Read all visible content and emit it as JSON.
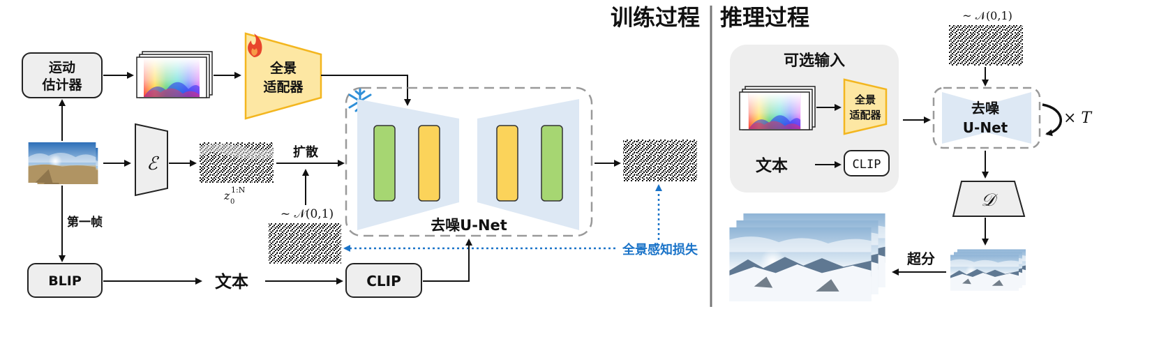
{
  "training": {
    "title": "训练过程",
    "motion_estimator": {
      "line1": "运动",
      "line2": "估计器"
    },
    "pano_adapter": {
      "line1": "全景",
      "line2": "适配器"
    },
    "encoder_symbol": "ℰ",
    "latent_label": "z",
    "latent_sub": "0",
    "latent_sup": "1:N",
    "diffuse_label": "扩散",
    "noise_label": "~ 𝒩(0,1)",
    "unet_label": "去噪U-Net",
    "first_frame_label": "第一帧",
    "blip_label": "BLIP",
    "text_label": "文本",
    "clip_label": "CLIP",
    "loss_label": "全景感知损失"
  },
  "inference": {
    "title": "推理过程",
    "optional_input_title": "可选输入",
    "pano_adapter": {
      "line1": "全景",
      "line2": "适配器"
    },
    "text_label": "文本",
    "clip_label": "CLIP",
    "noise_label": "~ 𝒩(0,1)",
    "unet": {
      "line1": "去噪",
      "line2": "U-Net"
    },
    "repeat_label": "× T",
    "decoder_symbol": "𝒟",
    "superres_label": "超分"
  },
  "colors": {
    "box_fill": "#eeeeee",
    "adapter_fill": "#fde7a3",
    "adapter_stroke": "#f3b61f",
    "unet_fill": "#dde8f4",
    "green_block": "#a6d672",
    "yellow_block": "#fbd35a",
    "loss_color": "#1a73c8",
    "snowflake": "#2f8fd8"
  },
  "icons": [
    "flame-icon",
    "snowflake-icon"
  ]
}
